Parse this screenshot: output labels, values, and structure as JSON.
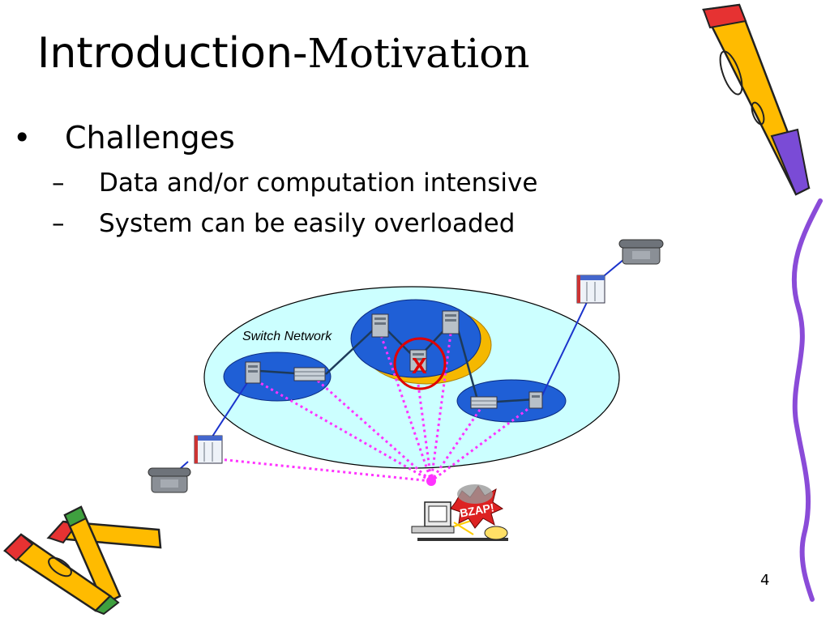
{
  "slide": {
    "title_main": "Introduction-",
    "title_sub": "Motivation",
    "bullet_mark": "•",
    "dash_mark": "–",
    "bullet": "Challenges",
    "sub_bullets": [
      "Data and/or computation intensive",
      "System can be easily overloaded"
    ],
    "slide_number": "4"
  },
  "diagram": {
    "network_label": "Switch Network",
    "fault_mark": "X",
    "zap_text": "BZAP!"
  },
  "colors": {
    "network_fill": "#ccffff",
    "cluster_fill": "#1f5fd6",
    "cluster_shadow": "#f5b800",
    "fault_circle": "#e00000",
    "dotted_link": "#ff33ff",
    "solid_link": "#1a33cc",
    "dark_link": "#1d3a5a"
  }
}
